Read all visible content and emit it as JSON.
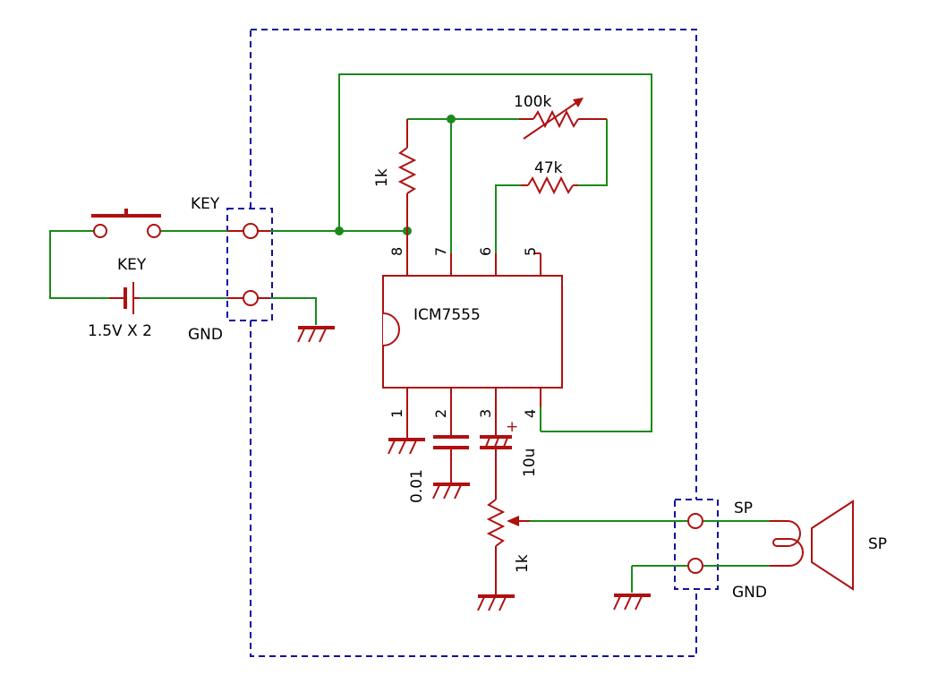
{
  "colors": {
    "wire": "#1a8a1a",
    "component": "#b01010",
    "boundary": "#1010a0",
    "text": "#000000"
  },
  "labels": {
    "key_connector": "KEY",
    "key_switch": "KEY",
    "battery": "1.5V X 2",
    "gnd_left": "GND",
    "r_top": "1k",
    "pot_100k": "100k",
    "r_47k": "47k",
    "ic": "ICM7555",
    "cap_001": "0.01",
    "cap_10u": "10u",
    "cap_plus": "+",
    "pot_1k": "1k",
    "sp_connector": "SP",
    "gnd_right": "GND",
    "speaker": "SP"
  },
  "pins": {
    "p8": "8",
    "p7": "7",
    "p6": "6",
    "p5": "5",
    "p1": "1",
    "p2": "2",
    "p3": "3",
    "p4": "4"
  }
}
